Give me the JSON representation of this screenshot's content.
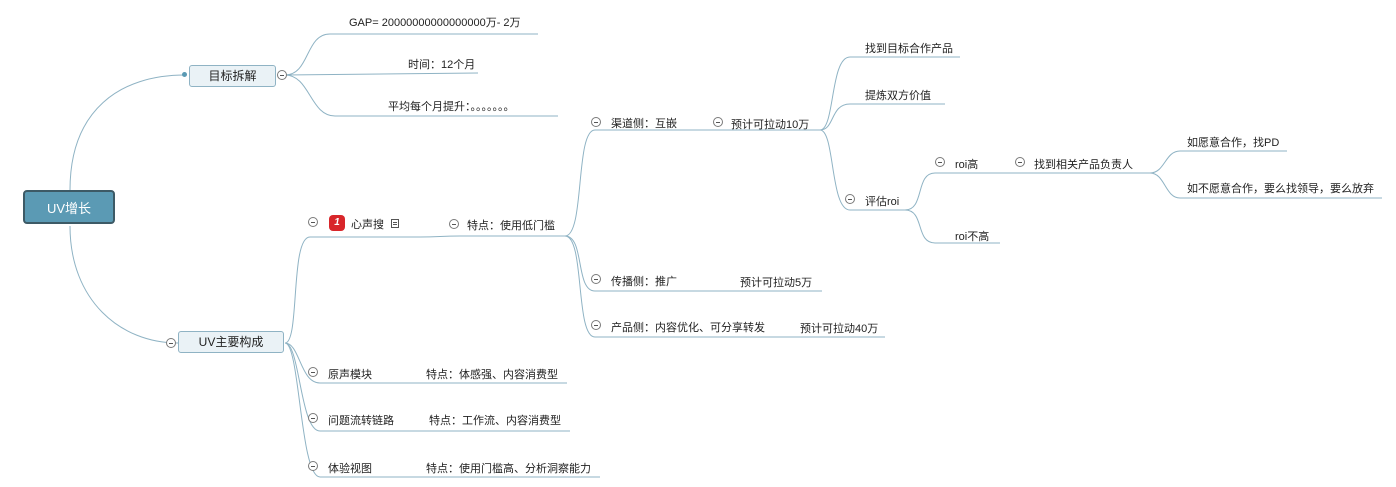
{
  "root": {
    "label": "UV增长"
  },
  "goal": {
    "label": "目标拆解",
    "gap": "GAP= 20000000000000000万- 2万",
    "time": "时间：12个月",
    "monthly": "平均每个月提升：。。。。。。。"
  },
  "composition": {
    "label": "UV主要构成",
    "heart": {
      "marker": "1",
      "label": "心声搜",
      "feature": "特点：使用低门槛",
      "channel": {
        "label": "渠道侧：互嵌",
        "estimate": "预计可拉动10万",
        "find_partner": "找到目标合作产品",
        "refine_value": "提炼双方价值",
        "roi_eval": "评估roi",
        "roi_high": "roi高",
        "find_owner": "找到相关产品负责人",
        "willing": "如愿意合作，找PD",
        "unwilling": "如不愿意合作，要么找领导，要么放弃",
        "roi_low": "roi不高"
      },
      "spread": {
        "label": "传播侧：推广",
        "estimate": "预计可拉动5万"
      },
      "product": {
        "label": "产品侧：内容优化、可分享转发",
        "estimate": "预计可拉动40万"
      }
    },
    "origin": {
      "label": "原声模块",
      "feature": "特点：体感强、内容消费型"
    },
    "question": {
      "label": "问题流转链路",
      "feature": "特点：工作流、内容消费型"
    },
    "experience": {
      "label": "体验视图",
      "feature": "特点：使用门槛高、分析洞察能力"
    }
  }
}
